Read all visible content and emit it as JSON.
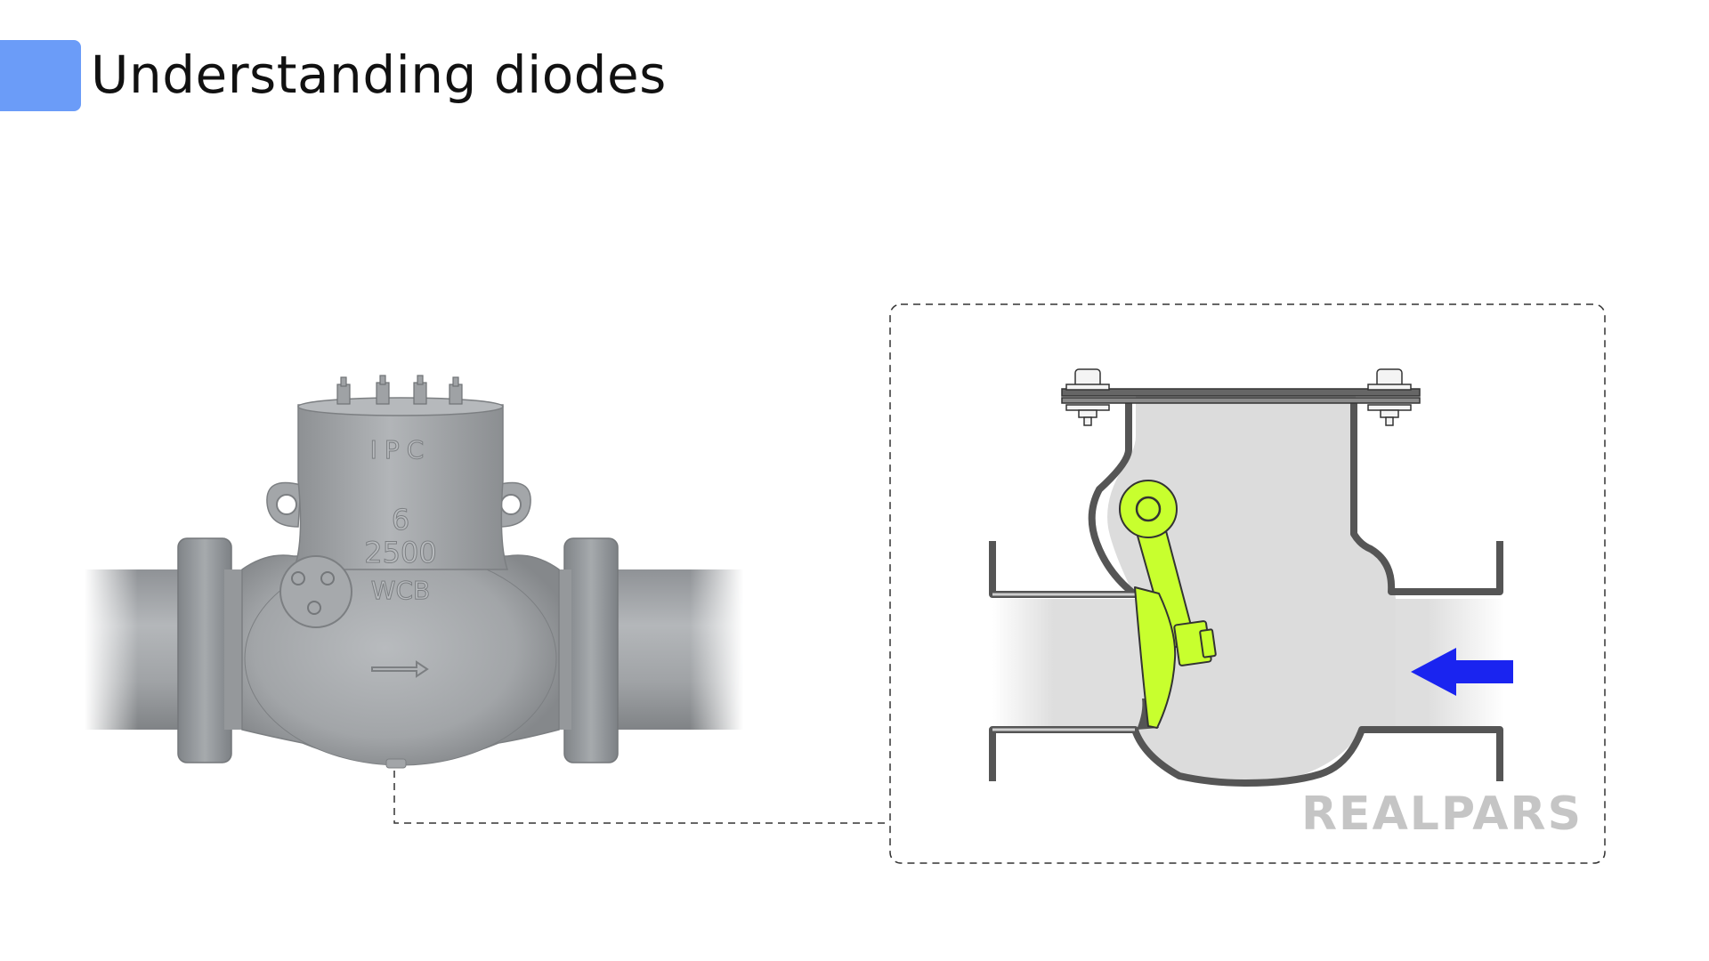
{
  "slide": {
    "title": "Understanding diodes"
  },
  "valve_photo": {
    "markings": {
      "maker": "IPC",
      "size": "6",
      "pressure_class": "2500",
      "material": "WCB"
    },
    "flow_arrow": "right-arrow-icon"
  },
  "cross_section": {
    "flow_arrow": "left-arrow-icon"
  },
  "logo": {
    "text": "REALPARS"
  },
  "colors": {
    "accent": "#6b9cf8",
    "flap": "#c8ff2e",
    "flow_arrow": "#1a24f0",
    "valve_body": "#9a9ea2",
    "cavity": "#dcdcdc"
  }
}
